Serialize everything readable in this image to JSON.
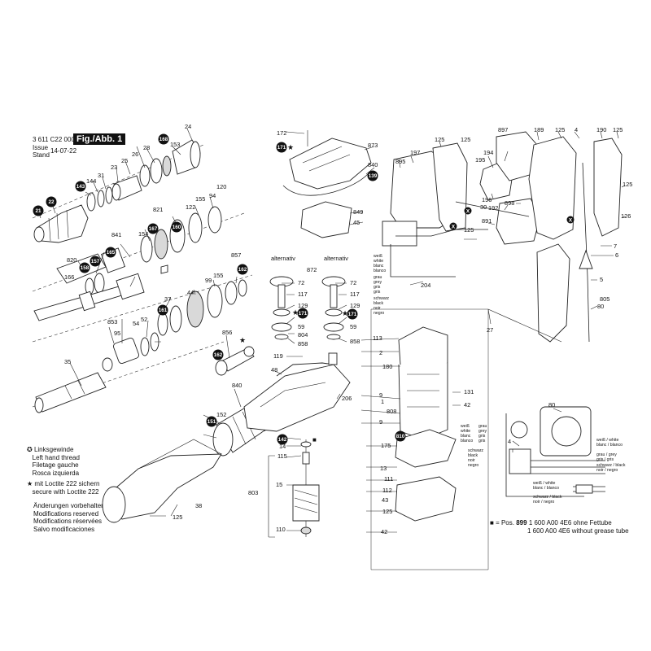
{
  "header": {
    "part_number": "3 611 C22 000",
    "issue_label": "Issue",
    "stand_label": "Stand",
    "date": "14-07-22",
    "figure_label": "Fig./Abb. 1"
  },
  "legend": {
    "left_hand_thread": [
      "Linksgewinde",
      "Left hand thread",
      "Filetage gauche",
      "Rosca izquierda"
    ],
    "loctite": [
      "mit Loctite 222 sichern",
      "secure with Loctite 222"
    ],
    "modifications": [
      "Änderungen vorbehalten",
      "Modifications reserved",
      "Modifications réservées",
      "Salvo modificaciones"
    ],
    "grease_line1_prefix": "= Pos.",
    "grease_pos": "899",
    "grease_line1_suffix": "1 600 A00 4E6 ohne Fettube",
    "grease_line2": "1 600 A00 4E6 without grease tube",
    "symbol_left_hand_thread": "✪",
    "symbol_loctite": "★",
    "symbol_grease": "■"
  },
  "labels": {
    "alternativ": "alternativ",
    "wire_colors_1": [
      "weiß",
      "white",
      "blanc",
      "blanco"
    ],
    "wire_colors_2": [
      "grau",
      "grey",
      "gris",
      "gris"
    ],
    "wire_colors_3": [
      "schwarz",
      "black",
      "noir",
      "negro"
    ],
    "wiring_white": "weiß / white",
    "wiring_white2": "blanc / blanco",
    "wiring_grey": "grau / grey",
    "wiring_grey2": "gris / gris",
    "wiring_black": "schwarz / black",
    "wiring_black2": "noir / negro"
  },
  "callouts": [
    {
      "n": "172"
    },
    {
      "n": "873"
    },
    {
      "n": "840"
    },
    {
      "n": "849"
    },
    {
      "n": "45"
    },
    {
      "n": "24"
    },
    {
      "n": "153"
    },
    {
      "n": "28"
    },
    {
      "n": "26"
    },
    {
      "n": "25"
    },
    {
      "n": "23"
    },
    {
      "n": "31"
    },
    {
      "n": "144"
    },
    {
      "n": "120"
    },
    {
      "n": "94"
    },
    {
      "n": "155"
    },
    {
      "n": "122"
    },
    {
      "n": "821"
    },
    {
      "n": "154"
    },
    {
      "n": "841"
    },
    {
      "n": "820"
    },
    {
      "n": "166"
    },
    {
      "n": "857"
    },
    {
      "n": "155"
    },
    {
      "n": "99"
    },
    {
      "n": "44"
    },
    {
      "n": "37"
    },
    {
      "n": "52"
    },
    {
      "n": "54"
    },
    {
      "n": "853"
    },
    {
      "n": "95"
    },
    {
      "n": "35"
    },
    {
      "n": "856"
    },
    {
      "n": "872"
    },
    {
      "n": "72"
    },
    {
      "n": "117"
    },
    {
      "n": "129"
    },
    {
      "n": "59"
    },
    {
      "n": "804"
    },
    {
      "n": "858"
    },
    {
      "n": "72"
    },
    {
      "n": "117"
    },
    {
      "n": "129"
    },
    {
      "n": "59"
    },
    {
      "n": "858"
    },
    {
      "n": "119"
    },
    {
      "n": "48"
    },
    {
      "n": "206"
    },
    {
      "n": "840"
    },
    {
      "n": "152"
    },
    {
      "n": "14"
    },
    {
      "n": "115"
    },
    {
      "n": "15"
    },
    {
      "n": "803"
    },
    {
      "n": "110"
    },
    {
      "n": "38"
    },
    {
      "n": "125"
    },
    {
      "n": "897"
    },
    {
      "n": "189"
    },
    {
      "n": "125"
    },
    {
      "n": "4"
    },
    {
      "n": "190"
    },
    {
      "n": "125"
    },
    {
      "n": "125"
    },
    {
      "n": "125"
    },
    {
      "n": "197"
    },
    {
      "n": "895"
    },
    {
      "n": "194"
    },
    {
      "n": "195"
    },
    {
      "n": "196"
    },
    {
      "n": "30"
    },
    {
      "n": "898"
    },
    {
      "n": "192"
    },
    {
      "n": "891"
    },
    {
      "n": "125"
    },
    {
      "n": "125"
    },
    {
      "n": "126"
    },
    {
      "n": "7"
    },
    {
      "n": "6"
    },
    {
      "n": "5"
    },
    {
      "n": "805"
    },
    {
      "n": "80"
    },
    {
      "n": "204"
    },
    {
      "n": "27"
    },
    {
      "n": "113"
    },
    {
      "n": "2"
    },
    {
      "n": "180"
    },
    {
      "n": "131"
    },
    {
      "n": "9"
    },
    {
      "n": "1"
    },
    {
      "n": "808"
    },
    {
      "n": "9"
    },
    {
      "n": "42"
    },
    {
      "n": "175"
    },
    {
      "n": "13"
    },
    {
      "n": "111"
    },
    {
      "n": "112"
    },
    {
      "n": "43"
    },
    {
      "n": "125"
    },
    {
      "n": "42"
    },
    {
      "n": "80"
    },
    {
      "n": "4"
    }
  ],
  "badges": [
    {
      "n": "171"
    },
    {
      "n": "139"
    },
    {
      "n": "168"
    },
    {
      "n": "143"
    },
    {
      "n": "22"
    },
    {
      "n": "21"
    },
    {
      "n": "167"
    },
    {
      "n": "160"
    },
    {
      "n": "157"
    },
    {
      "n": "158"
    },
    {
      "n": "165"
    },
    {
      "n": "162"
    },
    {
      "n": "161"
    },
    {
      "n": "171"
    },
    {
      "n": "171"
    },
    {
      "n": "162"
    },
    {
      "n": "151"
    },
    {
      "n": "142"
    },
    {
      "n": "810"
    }
  ],
  "x_markers": [
    "X",
    "X",
    "X"
  ]
}
